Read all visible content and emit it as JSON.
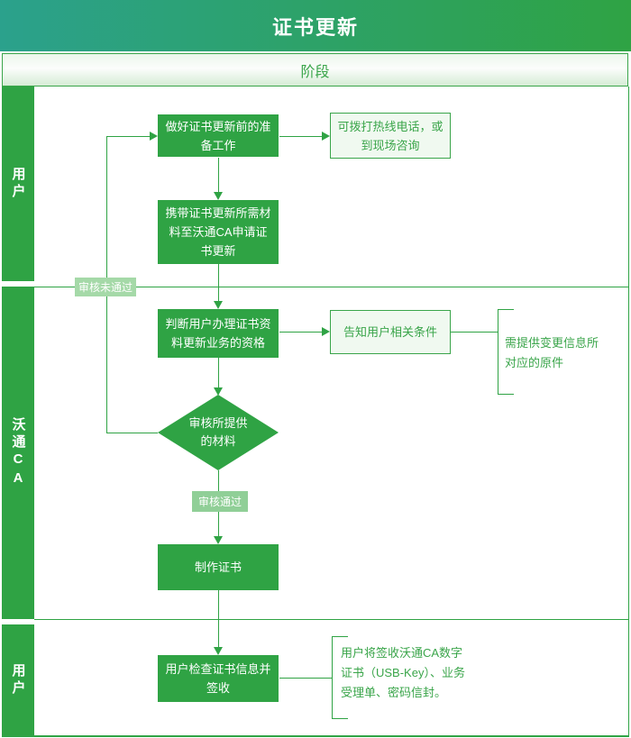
{
  "header": {
    "title": "证书更新"
  },
  "phase_bar": {
    "label": "阶段"
  },
  "lanes": [
    {
      "label": "用户"
    },
    {
      "label": "沃通CA"
    },
    {
      "label": "用户"
    }
  ],
  "flow": {
    "prepare_box": "做好证书更新前的准备工作",
    "hotline_box": "可拨打热线电话，或到现场咨询",
    "materials_box": "携带证书更新所需材料至沃通CA申请证书更新",
    "qualify_box": "判断用户办理证书资料更新业务的资格",
    "inform_box": "告知用户相关条件",
    "originals_note": "需提供变更信息所对应的原件",
    "review_diamond": "审核所提供的材料",
    "make_cert_box": "制作证书",
    "check_sign_box": "用户检查证书信息并签收",
    "receive_note": "用户将签收沃通CA数字证书（USB-Key）、业务受理单、密码信封。"
  },
  "edge_labels": {
    "fail": "审核未通过",
    "pass": "审核通过"
  },
  "colors": {
    "teal": "#2ba18c",
    "green": "#2fa344",
    "line": "#2fa344",
    "border": "#3aa54a",
    "light-bg": "#f0f9f0",
    "badge-fail": "#a5d9a8",
    "badge-pass": "#90cf97"
  }
}
